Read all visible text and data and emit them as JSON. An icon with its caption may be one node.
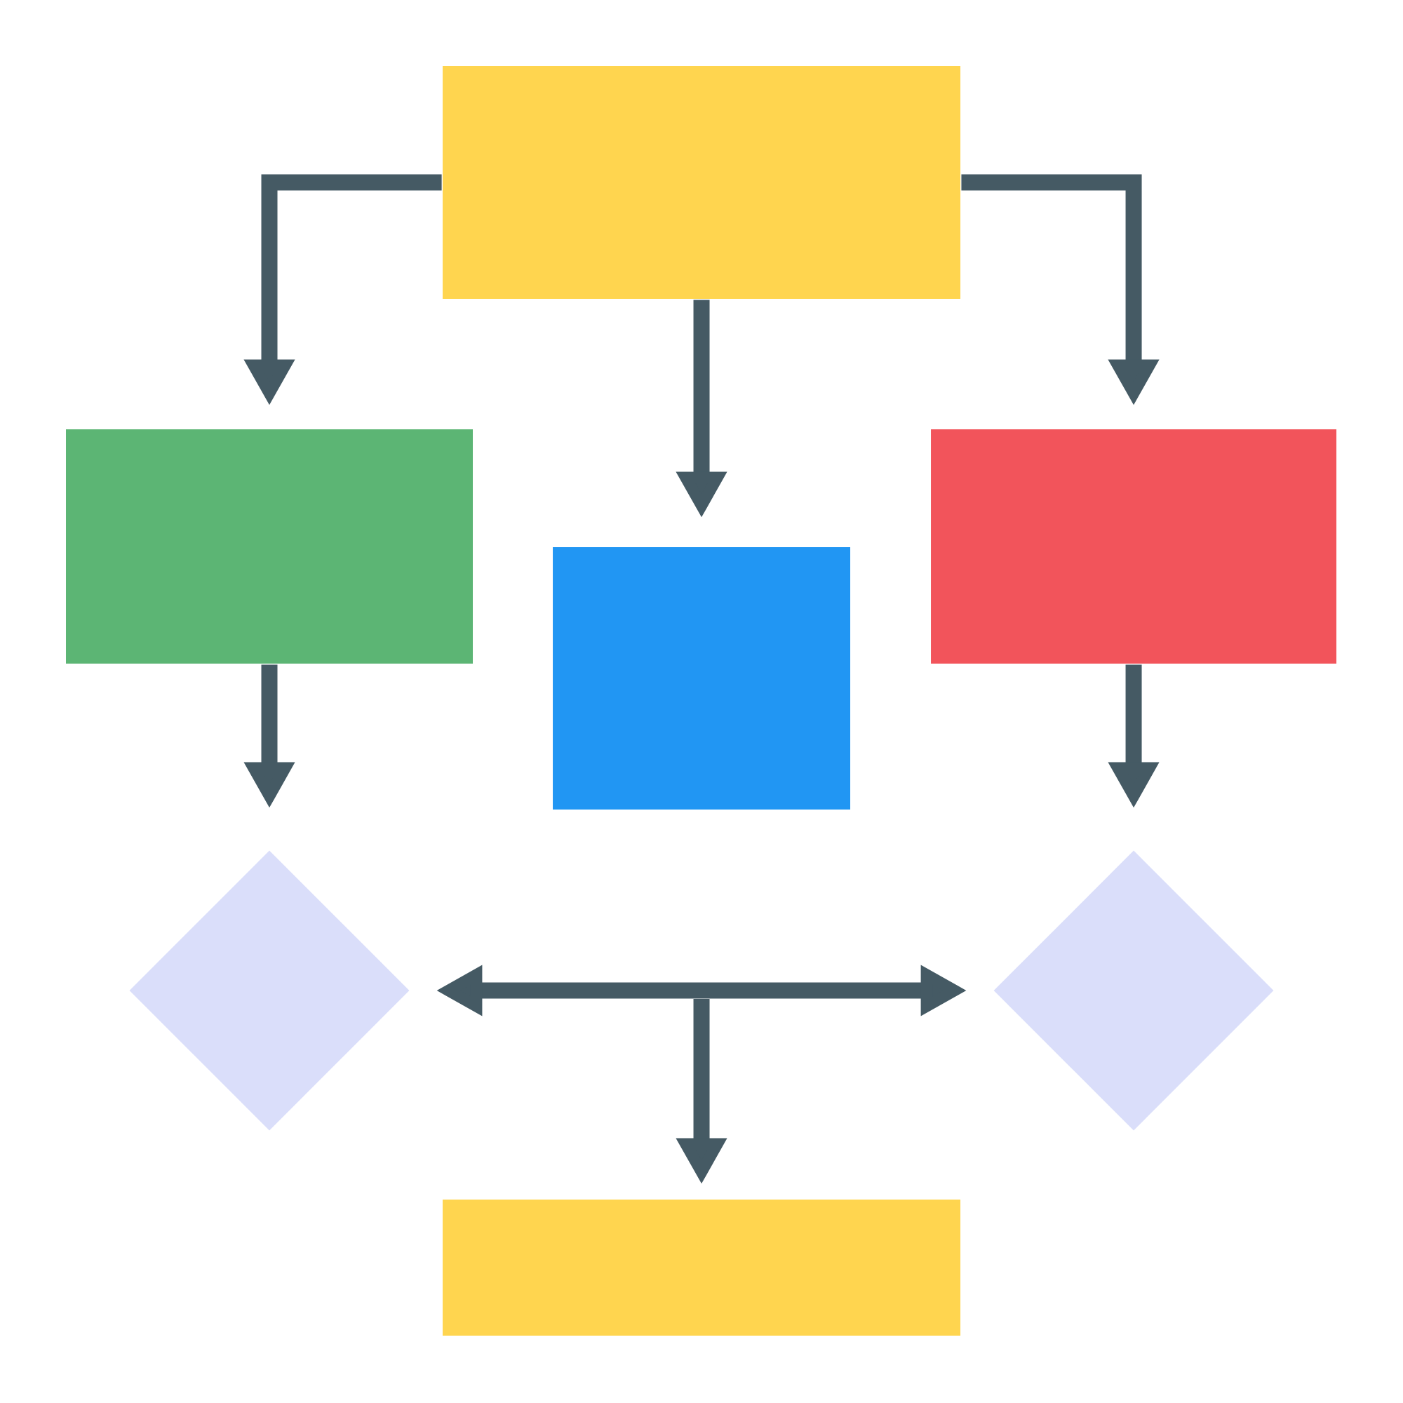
{
  "diagram": {
    "nodes": [
      {
        "text": [],
        "shape": "box"
      },
      {
        "text": [],
        "shape": "box"
      },
      {
        "text": [],
        "shape": "box"
      },
      {
        "text": [],
        "shape": "box"
      },
      {
        "text": [],
        "shape": "diamond"
      },
      {
        "text": [],
        "shape": "diamond"
      },
      {
        "text": [],
        "shape": "box"
      }
    ],
    "edges": [
      {
        "from": 0,
        "to": 1,
        "arrow": "to"
      },
      {
        "from": 0,
        "to": 2,
        "arrow": "to"
      },
      {
        "from": 0,
        "to": 3,
        "arrow": "to"
      },
      {
        "from": 1,
        "to": 4,
        "arrow": "to"
      },
      {
        "from": 3,
        "to": 5,
        "arrow": "to"
      },
      {
        "from": 4,
        "to": 5,
        "arrow": "both"
      },
      {
        "from": null,
        "to": 6,
        "arrow": "to"
      }
    ]
  }
}
